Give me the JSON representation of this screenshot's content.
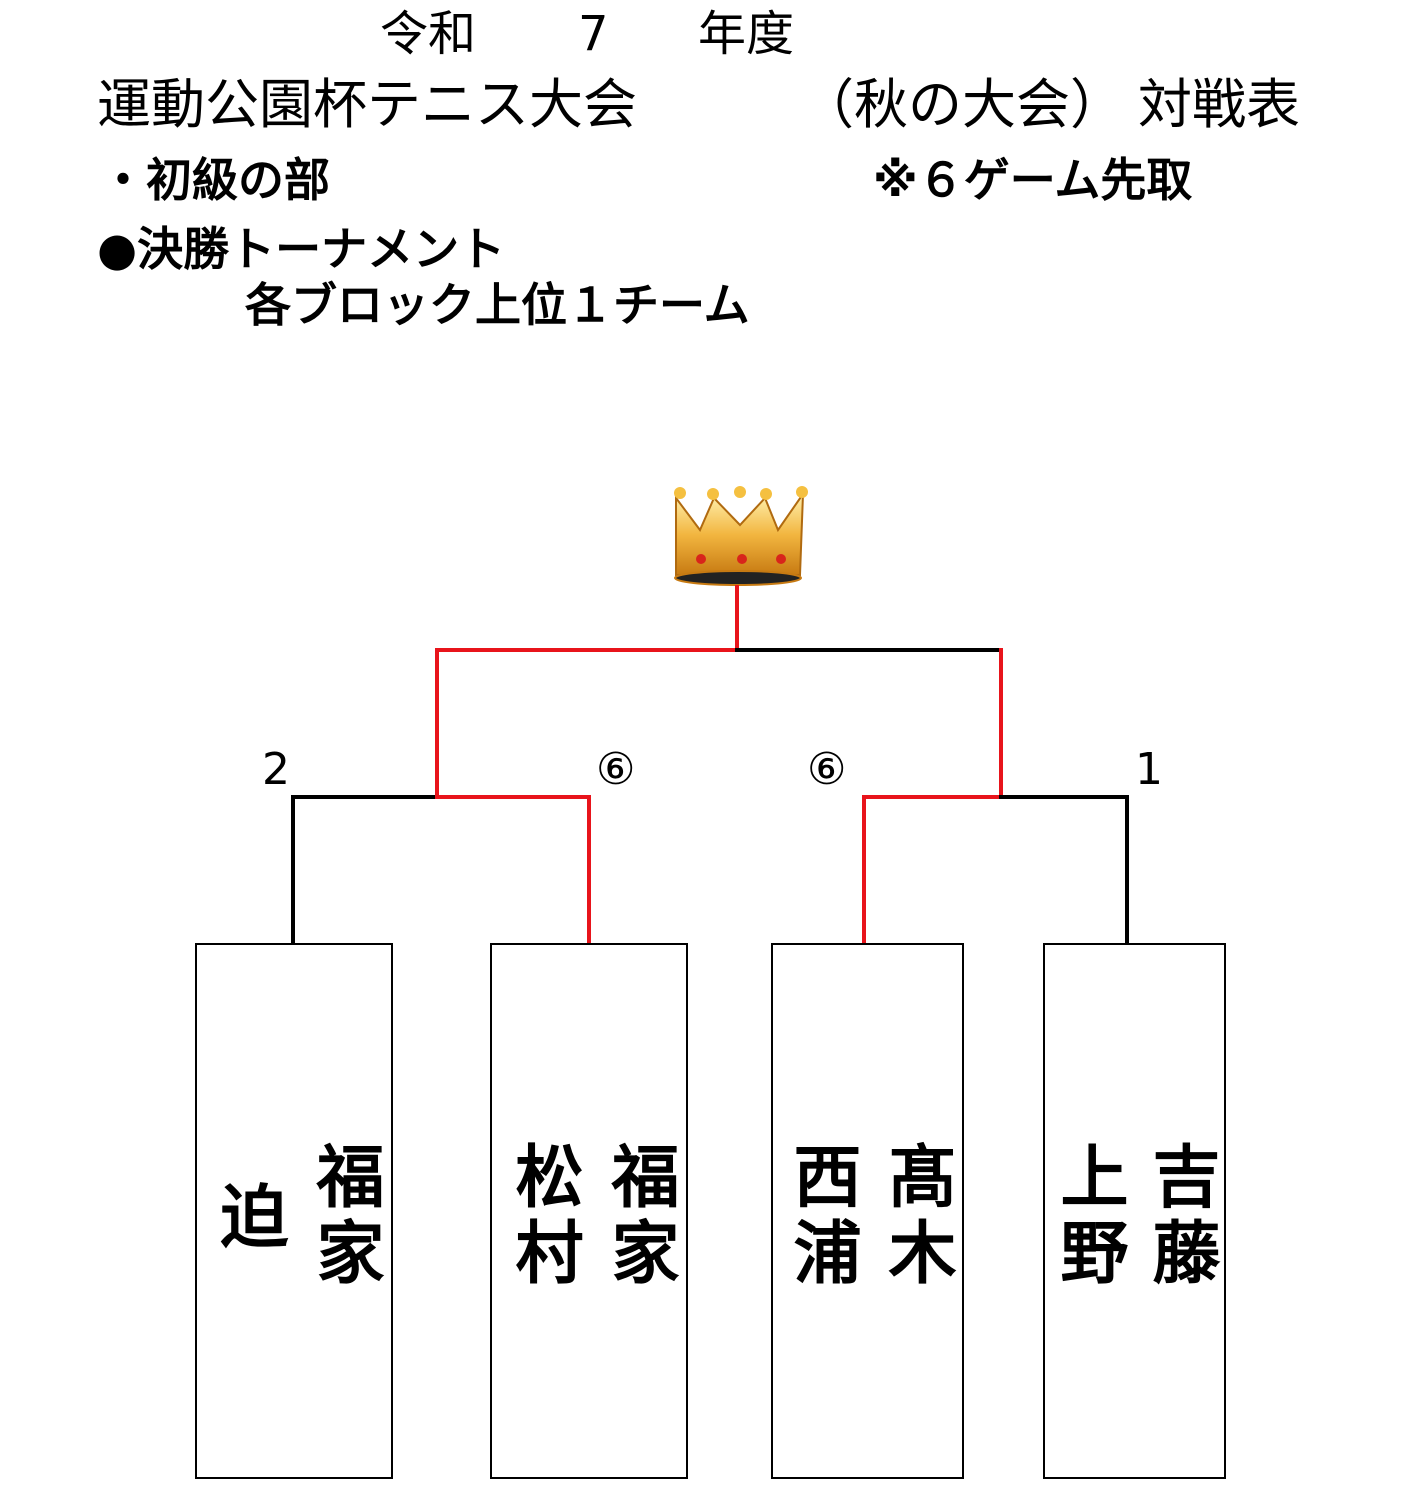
{
  "header": {
    "era": "令和",
    "year": "7",
    "year_suffix": "年度",
    "tournament_name": "運動公園杯テニス大会",
    "season": "（秋の大会）",
    "doc_type": "対戦表",
    "division": "・初級の部",
    "rule": "※６ゲーム先取",
    "stage": "●決勝トーナメント",
    "qualification": "各ブロック上位１チーム"
  },
  "bracket": {
    "trophy_icon": "crown-icon",
    "colors": {
      "winner_line": "#e8141b",
      "line": "#000000"
    },
    "matches": [
      {
        "scores": [
          "2",
          "⑥"
        ],
        "winner": 1
      },
      {
        "scores": [
          "⑥",
          "1"
        ],
        "winner": 0
      }
    ],
    "final_winner": 0,
    "teams": [
      {
        "player1": "福家",
        "player2": "迫"
      },
      {
        "player1": "福家",
        "player2": "松村"
      },
      {
        "player1": "髙木",
        "player2": "西浦"
      },
      {
        "player1": "吉藤",
        "player2": "上野"
      }
    ]
  }
}
